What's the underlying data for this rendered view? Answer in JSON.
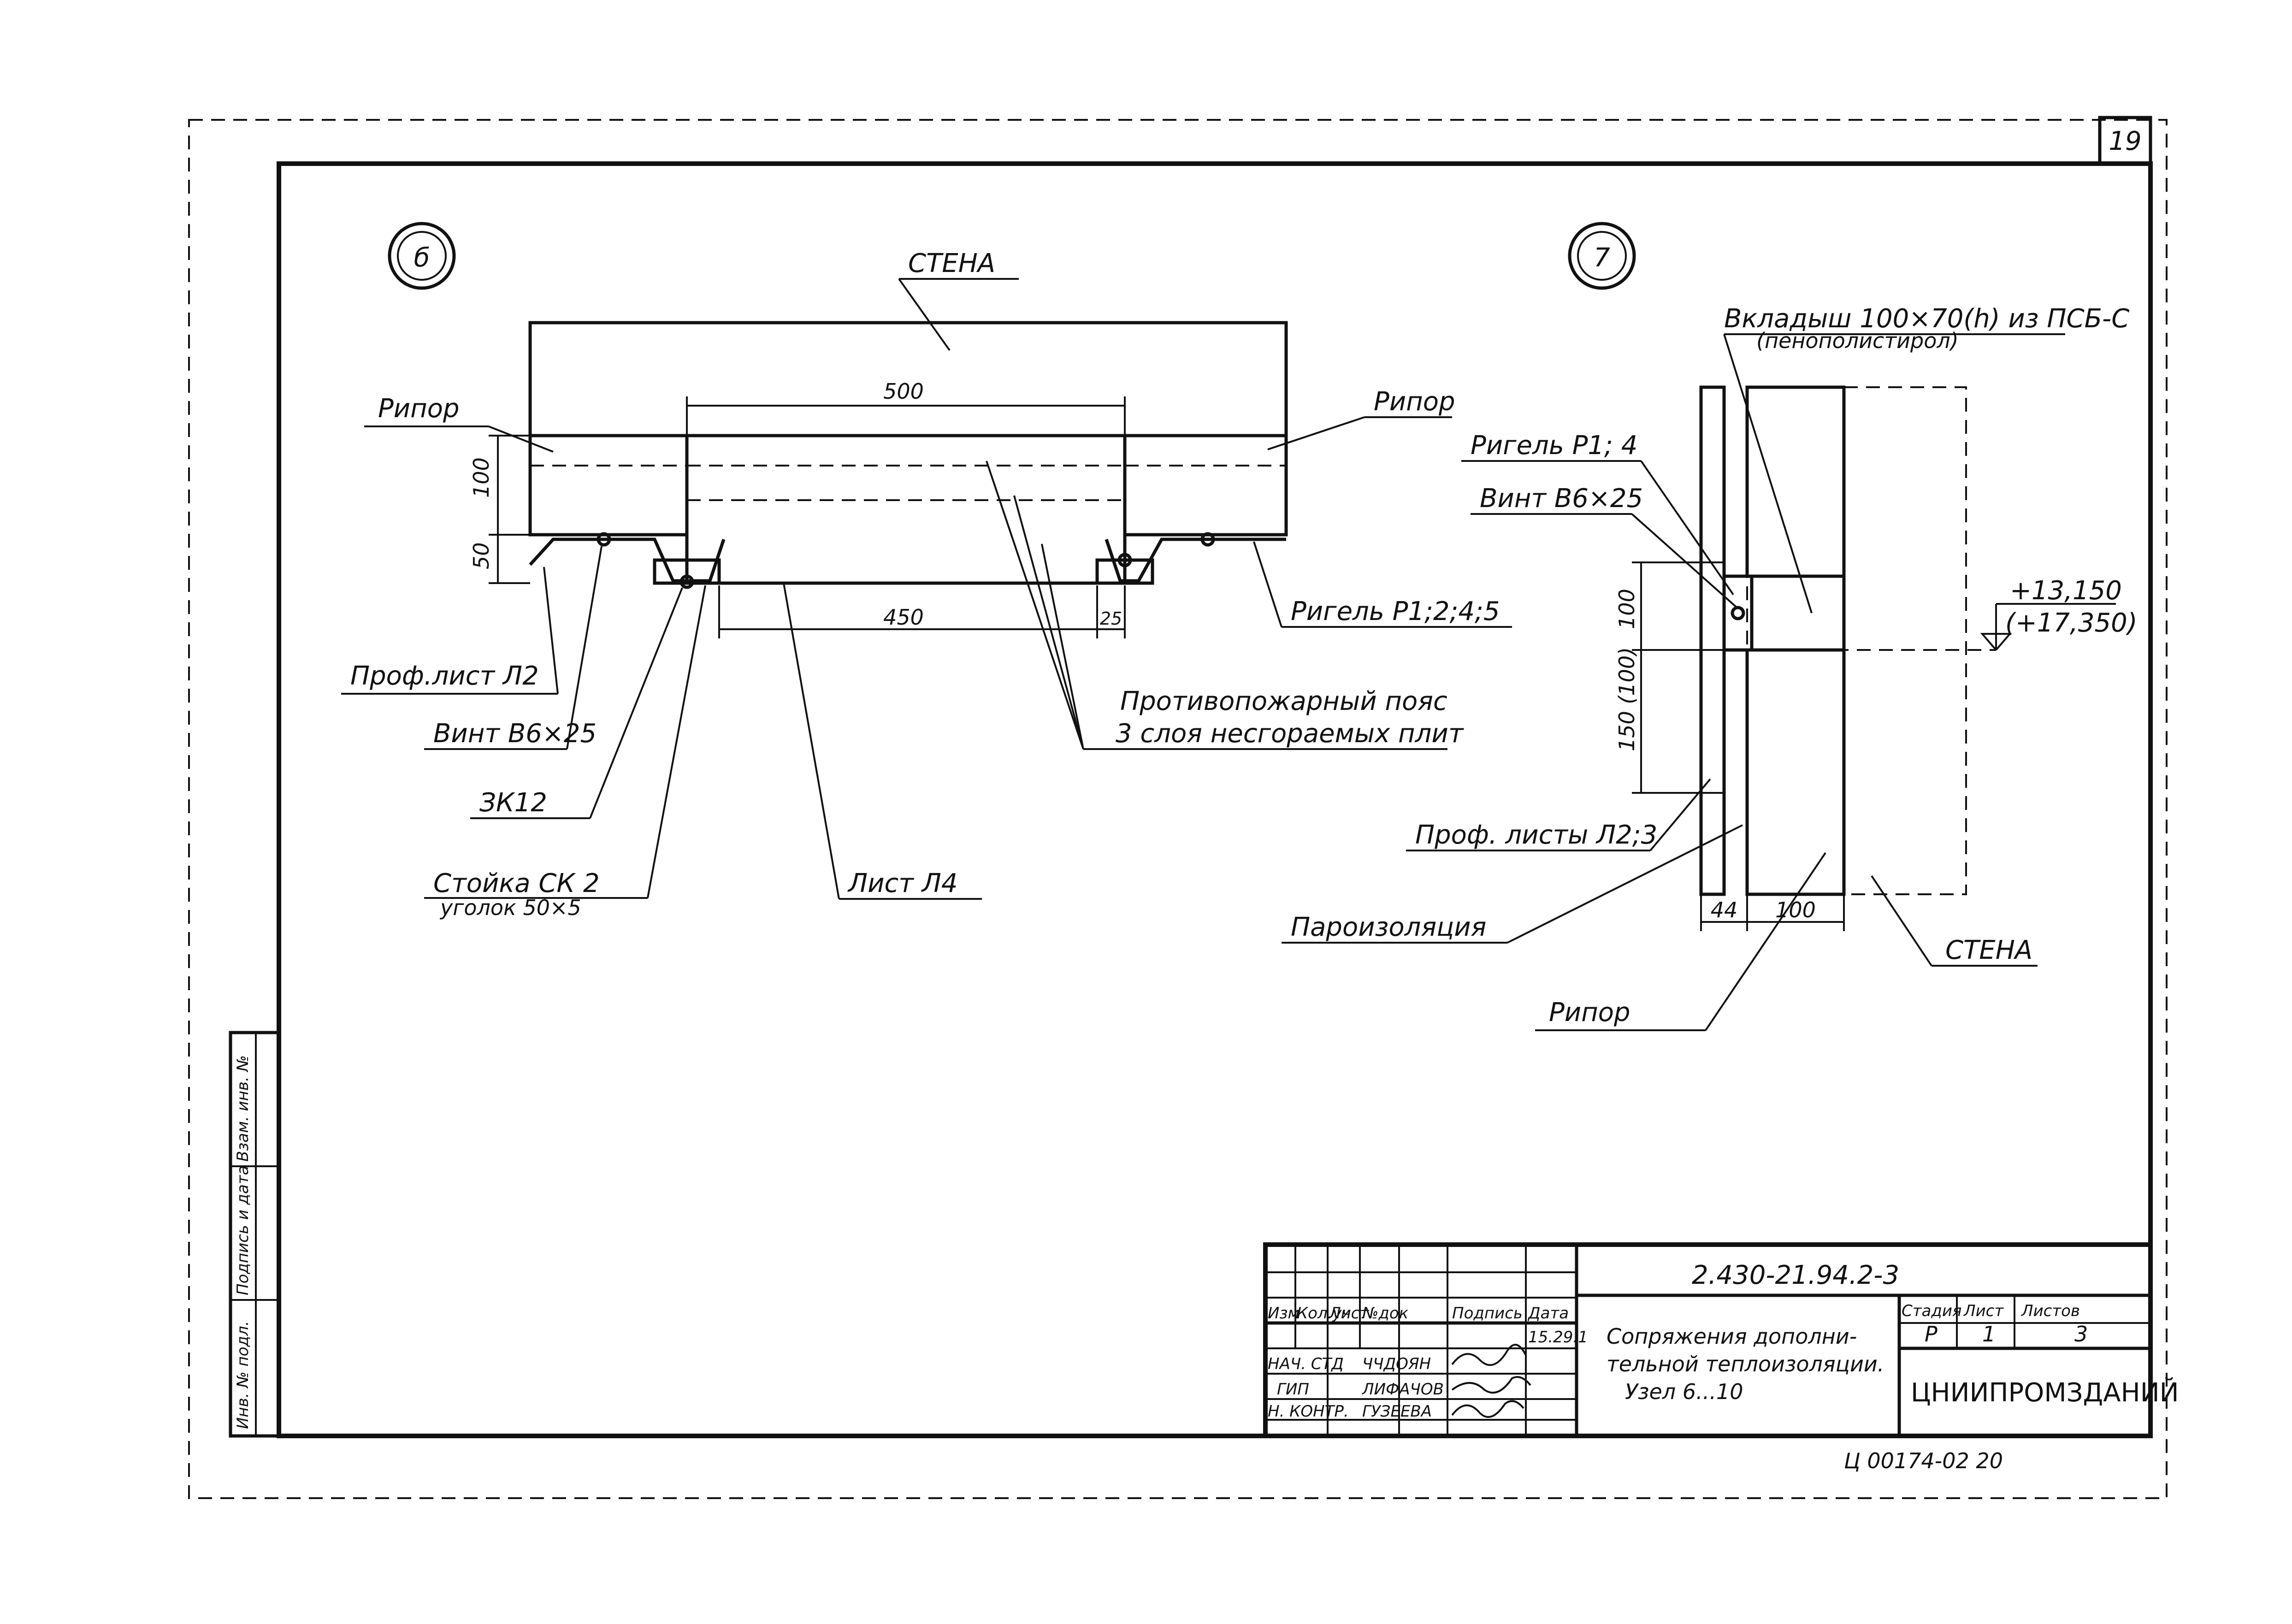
{
  "sheet_number": "19",
  "node6": {
    "marker": "б",
    "wall_label": "СТЕНА",
    "ripor_left": "Рипор",
    "ripor_right": "Рипор",
    "dim_500": "500",
    "dim_100": "100",
    "dim_50": "50",
    "dim_450": "450",
    "dim_25": "25",
    "rigel_label": "Ригель Р1;2;4;5",
    "prof_list": "Проф.лист Л2",
    "vint": "Винт В6×25",
    "zk12": "ЗК12",
    "stoyka": "Стойка СК 2",
    "ugolok": "уголок 50×5",
    "list_l4": "Лист Л4",
    "fire_belt_1": "Противопожарный пояс",
    "fire_belt_2": "3 слоя несгораемых плит"
  },
  "node7": {
    "marker": "7",
    "insert_label_1": "Вкладыш 100×70(h) из ПСБ-С",
    "insert_label_2": "(пенополистирол)",
    "rigel": "Ригель Р1; 4",
    "vint": "Винт В6×25",
    "dim_100_v": "100",
    "dim_150": "150 (100)",
    "elev_1": "+13,150",
    "elev_2": "(+17,350)",
    "prof_listy": "Проф. листы Л2;3",
    "paroizolyaciya": "Пароизоляция",
    "dim_44": "44",
    "dim_100_h": "100",
    "wall_label": "СТЕНА",
    "ripor": "Рипор"
  },
  "stamp_side": {
    "col1": "Инв. № подл.",
    "col2": "Подпись и дата",
    "col3": "Взам. инв. №"
  },
  "title_block": {
    "doc_code": "2.430-21.94.2-3",
    "header_cols": [
      "Изм",
      "Кол.уч",
      "Лист",
      "№док",
      "Подпись",
      "Дата"
    ],
    "date": "15.29.1",
    "rows": [
      {
        "role": "НАЧ. СТД",
        "name": "ЧЧДОЯН"
      },
      {
        "role": "ГИП",
        "name": "ЛИФАЧОВ"
      },
      {
        "role": "Н. КОНТР.",
        "name": "ГУЗЕЕВА"
      }
    ],
    "title_1": "Сопряжения дополни-",
    "title_2": "тельной теплоизоляции.",
    "title_3": "Узел 6...10",
    "stage_label": "Стадия",
    "sheet_label": "Лист",
    "sheets_label": "Листов",
    "stage": "Р",
    "sheet": "1",
    "sheets": "3",
    "org": "ЦНИИПРОМЗДАНИЙ"
  },
  "footer_code": "Ц 00174-02   20"
}
